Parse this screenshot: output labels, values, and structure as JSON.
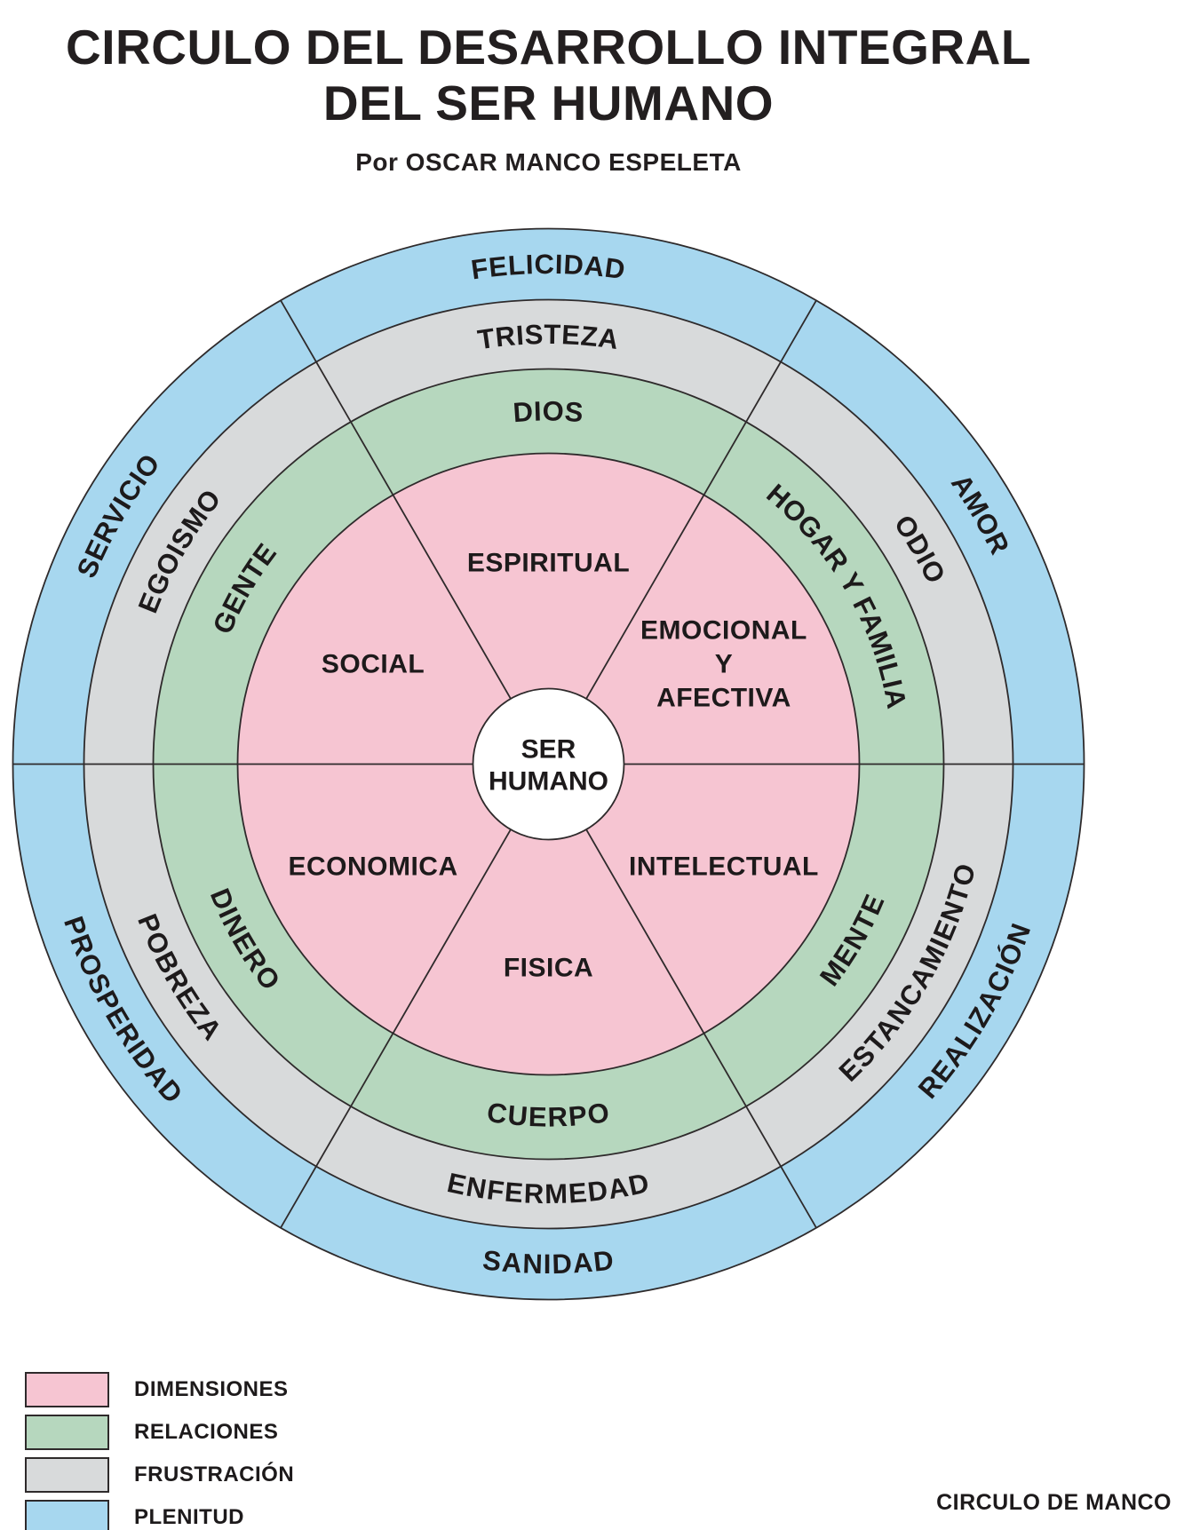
{
  "page": {
    "title_line1": "CIRCULO DEL DESARROLLO INTEGRAL",
    "title_line2": "DEL SER HUMANO",
    "subtitle": "Por OSCAR MANCO ESPELETA",
    "footer": "CIRCULO DE MANCO"
  },
  "wheel": {
    "center_lines": [
      "SER",
      "HUMANO"
    ],
    "line_color": "#2e2a2b",
    "text_color": "#1d1a1b",
    "rings": [
      {
        "name": "DIMENSIONES",
        "color": "#F6C5D2",
        "labels": [
          [
            "ESPIRITUAL"
          ],
          [
            "EMOCIONAL",
            "Y",
            "AFECTIVA"
          ],
          [
            "INTELECTUAL"
          ],
          [
            "FISICA"
          ],
          [
            "ECONOMICA"
          ],
          [
            "SOCIAL"
          ]
        ]
      },
      {
        "name": "RELACIONES",
        "color": "#B6D7BE",
        "labels": [
          "DIOS",
          "HOGAR Y FAMILIA",
          "MENTE",
          "CUERPO",
          "DINERO",
          "GENTE"
        ]
      },
      {
        "name": "FRUSTRACIÓN",
        "color": "#D8DADB",
        "labels": [
          "TRISTEZA",
          "ODIO",
          "ESTANCAMIENTO",
          "ENFERMEDAD",
          "POBREZA",
          "EGOISMO"
        ]
      },
      {
        "name": "PLENITUD",
        "color": "#A7D7EF",
        "labels": [
          "FELICIDAD",
          "AMOR",
          "REALIZACIÓN",
          "SANIDAD",
          "PROSPERIDAD",
          "SERVICIO"
        ]
      }
    ]
  },
  "legend": {
    "items": [
      {
        "label": "DIMENSIONES",
        "color": "#F6C5D2"
      },
      {
        "label": "RELACIONES",
        "color": "#B6D7BE"
      },
      {
        "label": "FRUSTRACIÓN",
        "color": "#D8DADB"
      },
      {
        "label": "PLENITUD",
        "color": "#A7D7EF"
      }
    ]
  }
}
